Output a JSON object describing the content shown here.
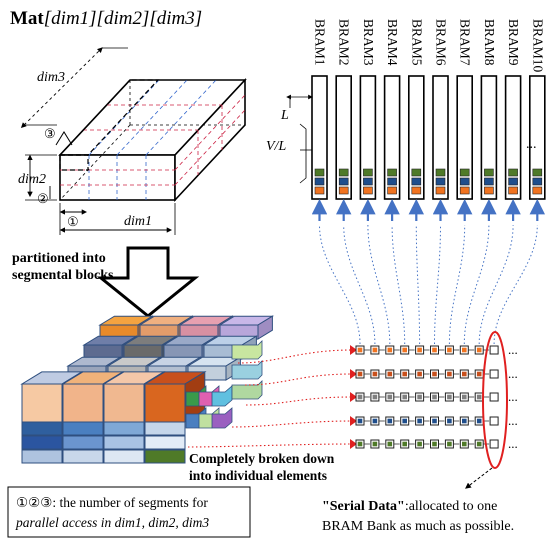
{
  "title": {
    "bold": "Mat",
    "dims": "[dim1][dim2][dim3]"
  },
  "cube_labels": {
    "dim1": "dim1",
    "dim2": "dim2",
    "dim3": "dim3",
    "seg1": "①",
    "seg2": "②",
    "seg3": "③"
  },
  "bram_labels": [
    "BRAM1",
    "BRAM2",
    "BRAM3",
    "BRAM4",
    "BRAM5",
    "BRAM6",
    "BRAM7",
    "BRAM8",
    "BRAM9",
    "BRAM10"
  ],
  "bram_ellipsis": "...",
  "bram_dims": {
    "width": "L",
    "depth": "V/L"
  },
  "partition_text": "partitioned into segmental blocks",
  "breakdown_text": [
    "Completely broken down",
    "into individual elements"
  ],
  "legend": {
    "symbols": "①②③",
    "line1_rest": ": the number of segments for",
    "line2": "parallel access in dim1, dim2, dim3"
  },
  "serial": {
    "quoted": "\"Serial Data\"",
    "line1_rest": ":allocated to one",
    "line2": "BRAM Bank as much as possible."
  },
  "colors": {
    "row_colors": [
      "#f07320",
      "#c8501c",
      "#808080",
      "#1f4e8c",
      "#4f7a28"
    ],
    "arrow_blue": "#4472c4",
    "arrow_red": "#e02020",
    "ellipse": "#e02020",
    "bram_slot_colors": [
      "#4f7a28",
      "#1f4e8c",
      "#f07320"
    ]
  }
}
